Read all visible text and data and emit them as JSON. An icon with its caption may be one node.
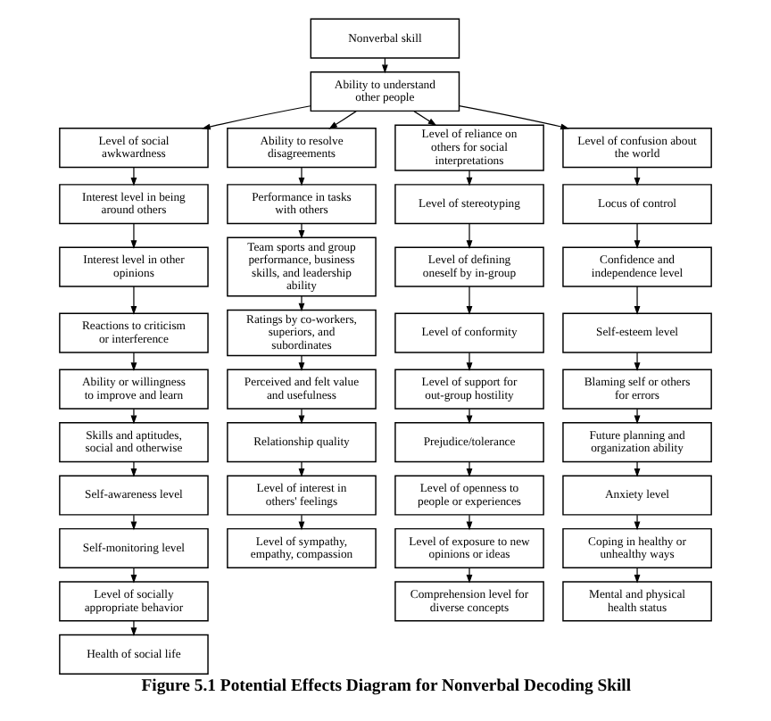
{
  "diagram": {
    "caption": "Figure 5.1 Potential Effects Diagram for Nonverbal Decoding Skill",
    "nodes": [
      {
        "text": [
          "Nonverbal skill"
        ]
      },
      {
        "text": [
          "Ability to understand other people"
        ]
      },
      {
        "text": [
          "Level of social awkwardness"
        ]
      },
      {
        "text": [
          "Interest level in being around others"
        ]
      },
      {
        "text": [
          "Interest level in other opinions"
        ]
      },
      {
        "text": [
          "Reactions to criticism or interference"
        ]
      },
      {
        "text": [
          "Ability or willingness to improve and learn"
        ]
      },
      {
        "text": [
          "Skills and aptitudes, social and otherwise"
        ]
      },
      {
        "text": [
          "Self-awareness level"
        ]
      },
      {
        "text": [
          "Self-monitoring level"
        ]
      },
      {
        "text": [
          "Level of socially appropriate behavior"
        ]
      },
      {
        "text": [
          "Health of social life"
        ]
      },
      {
        "text": [
          "Ability to resolve disagreements"
        ]
      },
      {
        "text": [
          "Performance in tasks with others"
        ]
      },
      {
        "text": [
          "Team sports and group performance, business skills, and leadership ability"
        ]
      },
      {
        "text": [
          "Ratings by co-workers, superiors, and subordinates"
        ]
      },
      {
        "text": [
          "Perceived and felt value and usefulness"
        ]
      },
      {
        "text": [
          "Relationship quality"
        ]
      },
      {
        "text": [
          "Level of interest in others' feelings"
        ]
      },
      {
        "text": [
          "Level of sympathy, empathy, compassion"
        ]
      },
      {
        "text": [
          "Level of reliance on others for social interpretations"
        ]
      },
      {
        "text": [
          "Level of stereotyping"
        ]
      },
      {
        "text": [
          "Level of defining oneself by in-group"
        ]
      },
      {
        "text": [
          "Level of conformity"
        ]
      },
      {
        "text": [
          "Level of support for out-group hostility"
        ]
      },
      {
        "text": [
          "Prejudice/tolerance"
        ]
      },
      {
        "text": [
          "Level of openness to people or experiences"
        ]
      },
      {
        "text": [
          "Level of exposure to new opinions or ideas"
        ]
      },
      {
        "text": [
          "Comprehension level for diverse concepts"
        ]
      },
      {
        "text": [
          "Level of confusion about the world"
        ]
      },
      {
        "text": [
          "Locus of control"
        ]
      },
      {
        "text": [
          "Confidence and independence level"
        ]
      },
      {
        "text": [
          "Self-esteem level"
        ]
      },
      {
        "text": [
          "Blaming self or others for errors"
        ]
      },
      {
        "text": [
          "Future planning and organization ability"
        ]
      },
      {
        "text": [
          "Anxiety level"
        ]
      },
      {
        "text": [
          "Coping in healthy or unhealthy ways"
        ]
      },
      {
        "text": [
          "Mental and physical health status"
        ]
      }
    ],
    "edges": [
      {
        "from": 0,
        "to": 1,
        "arrow": "to"
      },
      {
        "from": 1,
        "to": 2,
        "arrow": "to"
      },
      {
        "from": 2,
        "to": 3,
        "arrow": "to"
      },
      {
        "from": 3,
        "to": 4,
        "arrow": "to"
      },
      {
        "from": 4,
        "to": 5,
        "arrow": "to"
      },
      {
        "from": 5,
        "to": 6,
        "arrow": "to"
      },
      {
        "from": 6,
        "to": 7,
        "arrow": "to"
      },
      {
        "from": 7,
        "to": 8,
        "arrow": "to"
      },
      {
        "from": 8,
        "to": 9,
        "arrow": "to"
      },
      {
        "from": 9,
        "to": 10,
        "arrow": "to"
      },
      {
        "from": 10,
        "to": 11,
        "arrow": "to"
      },
      {
        "from": 1,
        "to": 12,
        "arrow": "to"
      },
      {
        "from": 12,
        "to": 13,
        "arrow": "to"
      },
      {
        "from": 13,
        "to": 14,
        "arrow": "to"
      },
      {
        "from": 14,
        "to": 15,
        "arrow": "to"
      },
      {
        "from": 15,
        "to": 16,
        "arrow": "to"
      },
      {
        "from": 16,
        "to": 17,
        "arrow": "to"
      },
      {
        "from": 17,
        "to": 18,
        "arrow": "to"
      },
      {
        "from": 18,
        "to": 19,
        "arrow": "to"
      },
      {
        "from": 1,
        "to": 20,
        "arrow": "to"
      },
      {
        "from": 20,
        "to": 21,
        "arrow": "to"
      },
      {
        "from": 21,
        "to": 22,
        "arrow": "to"
      },
      {
        "from": 22,
        "to": 23,
        "arrow": "to"
      },
      {
        "from": 23,
        "to": 24,
        "arrow": "to"
      },
      {
        "from": 24,
        "to": 25,
        "arrow": "to"
      },
      {
        "from": 25,
        "to": 26,
        "arrow": "to"
      },
      {
        "from": 26,
        "to": 27,
        "arrow": "to"
      },
      {
        "from": 27,
        "to": 28,
        "arrow": "to"
      },
      {
        "from": 1,
        "to": 29,
        "arrow": "to"
      },
      {
        "from": 29,
        "to": 30,
        "arrow": "to"
      },
      {
        "from": 30,
        "to": 31,
        "arrow": "to"
      },
      {
        "from": 31,
        "to": 32,
        "arrow": "to"
      },
      {
        "from": 32,
        "to": 33,
        "arrow": "to"
      },
      {
        "from": 33,
        "to": 34,
        "arrow": "to"
      },
      {
        "from": 34,
        "to": 35,
        "arrow": "to"
      },
      {
        "from": 35,
        "to": 36,
        "arrow": "to"
      },
      {
        "from": 36,
        "to": 37,
        "arrow": "to"
      }
    ]
  }
}
